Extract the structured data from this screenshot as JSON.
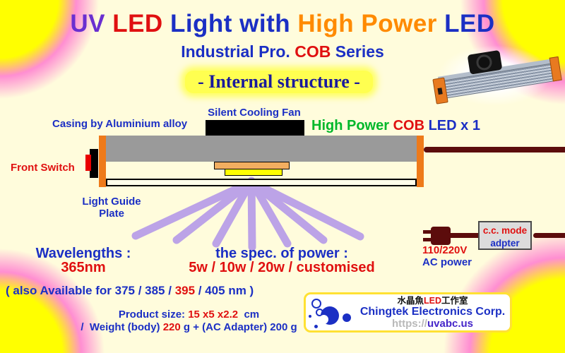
{
  "colors": {
    "background": "#FFFCDC",
    "corner_yellow": "#FFFF00",
    "corner_pink": "#FF8ED2",
    "blue": "#1B2FC4",
    "red": "#E01010",
    "purple": "#6A2FD0",
    "orange": "#FF8A00",
    "green": "#00B82A",
    "casing_gray": "#9A9A9A",
    "end_cap_orange": "#EE7A1A",
    "cable_maroon": "#5C0C0C",
    "uv_ray_purple": "#B79CE8",
    "banner_highlight": "#FFFF50",
    "banner_text": "#1A1A9C"
  },
  "header": {
    "title": [
      {
        "text": "UV ",
        "color": "#6A2FD0"
      },
      {
        "text": "LED ",
        "color": "#E01010"
      },
      {
        "text": "Light with ",
        "color": "#1B2FC4"
      },
      {
        "text": "High Power ",
        "color": "#FF8A00"
      },
      {
        "text": "LED",
        "color": "#1B2FC4"
      }
    ],
    "subtitle": [
      {
        "text": "Industrial Pro. ",
        "color": "#1B2FC4"
      },
      {
        "text": "COB",
        "color": "#E01010"
      },
      {
        "text": " Series",
        "color": "#1B2FC4"
      }
    ],
    "banner": "- Internal structure -"
  },
  "diagram": {
    "fan_label": "Silent Cooling Fan",
    "casing_label": "Casing by Aluminium alloy",
    "led_label": [
      {
        "text": "High Power ",
        "color": "#00B82A"
      },
      {
        "text": "COB",
        "color": "#E01010"
      },
      {
        "text": " LED x 1",
        "color": "#1B2FC4"
      }
    ],
    "switch_label": "Front Switch",
    "plate_label_line1": "Light Guide",
    "plate_label_line2": "Plate"
  },
  "specs": {
    "wavelength_label": "Wavelengths :",
    "wavelength_value": "365nm",
    "power_label": "the spec. of power :",
    "power_value": "5w / 10w / 20w / customised",
    "also_available": [
      {
        "text": "( also Available for 375 / 385 / ",
        "color": "#1B2FC4"
      },
      {
        "text": "395",
        "color": "#E01010"
      },
      {
        "text": " / 405 nm )",
        "color": "#1B2FC4"
      }
    ],
    "size_line": [
      {
        "text": "Product size: ",
        "color": "#1B2FC4"
      },
      {
        "text": "15 x5 x2.2 ",
        "color": "#E01010"
      },
      {
        "text": " cm",
        "color": "#1B2FC4"
      }
    ],
    "weight_line": [
      {
        "text": "/  Weight (body) ",
        "color": "#1B2FC4"
      },
      {
        "text": "220",
        "color": "#E01010"
      },
      {
        "text": " g + (AC Adapter) 200 g",
        "color": "#1B2FC4"
      }
    ]
  },
  "power_supply": {
    "voltage": "110/220V",
    "ac_label": "AC power",
    "adapter_line1": "c.c. mode",
    "adapter_line2": "adpter"
  },
  "logo": {
    "studio": [
      {
        "text": "水晶魚",
        "color": "#111111"
      },
      {
        "text": "LED",
        "color": "#E01010"
      },
      {
        "text": "工作室",
        "color": "#111111"
      }
    ],
    "company": "Chingtek Electronics Corp.",
    "url_prefix": "https://",
    "url_domain": "uvabc.us"
  }
}
